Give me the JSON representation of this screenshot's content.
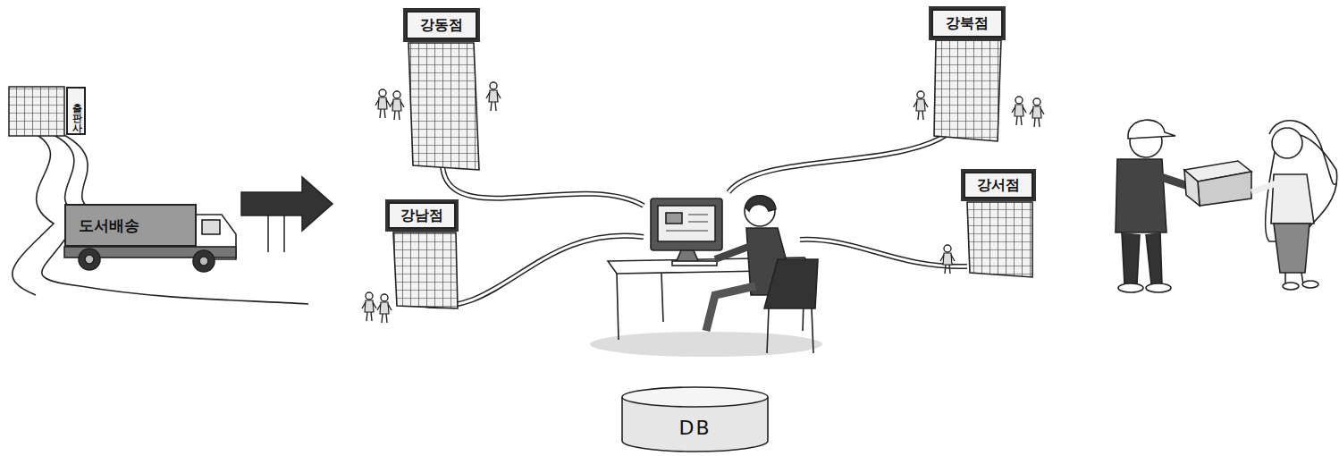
{
  "diagram": {
    "nodes": [
      {
        "text": [
          "출판사"
        ]
      },
      {
        "text": [
          "도서배송"
        ]
      },
      {
        "text": [
          "강동점"
        ]
      },
      {
        "text": [
          "강북점"
        ]
      },
      {
        "text": [
          "강남점"
        ]
      },
      {
        "text": [
          "강서점"
        ]
      },
      {
        "text": [
          "DB"
        ]
      }
    ]
  }
}
